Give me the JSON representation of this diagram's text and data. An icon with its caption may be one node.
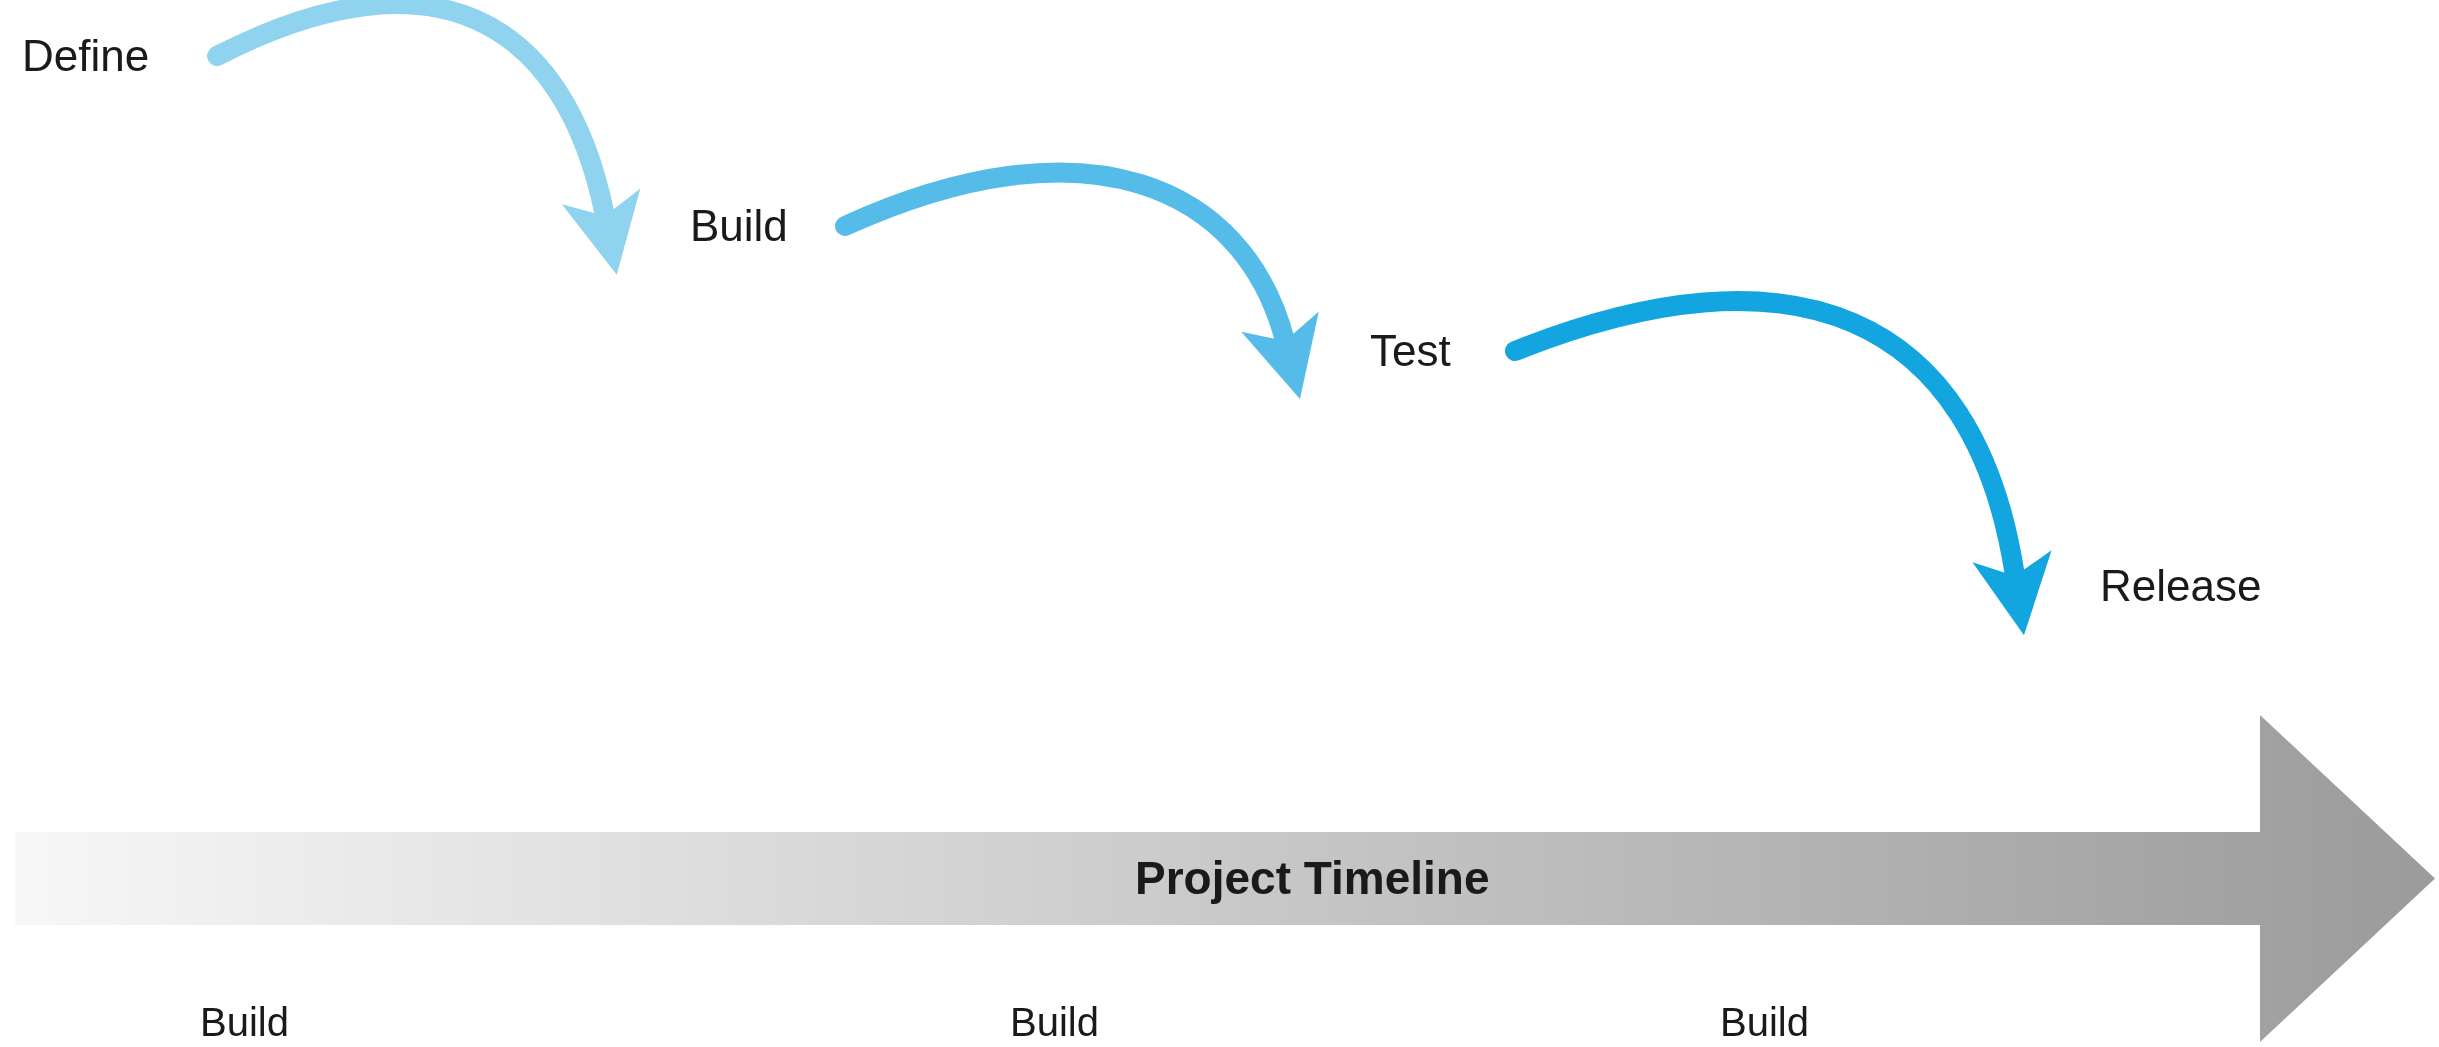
{
  "diagram": {
    "nodes": [
      {
        "text": [
          "Define"
        ]
      },
      {
        "text": [
          "Build"
        ]
      },
      {
        "text": [
          "Test"
        ]
      },
      {
        "text": [
          "Release"
        ]
      },
      {
        "text": [
          "Project Timeline"
        ]
      }
    ],
    "edges": [
      {
        "from": 0,
        "to": 1,
        "arrow": "to",
        "color": "#8fd3ef"
      },
      {
        "from": 1,
        "to": 2,
        "arrow": "to",
        "color": "#55bce9"
      },
      {
        "from": 2,
        "to": 3,
        "arrow": "to",
        "color": "#12a5e0"
      }
    ],
    "labels": [
      "Build",
      "Build",
      "Build"
    ]
  }
}
